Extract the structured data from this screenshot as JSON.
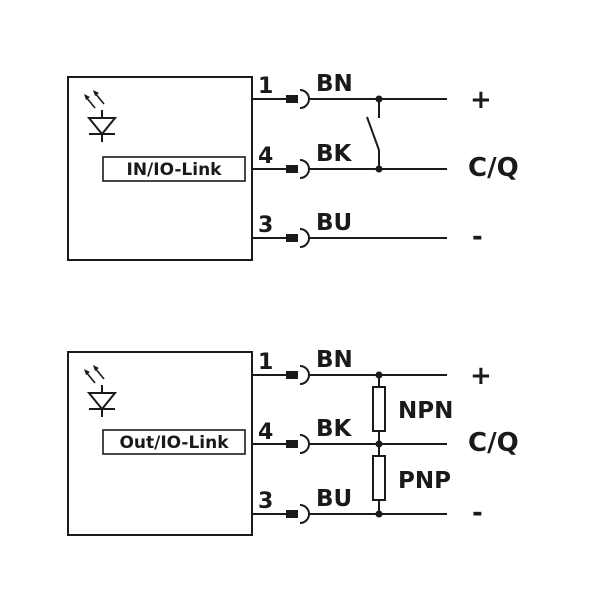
{
  "diagrams": [
    {
      "module_label": "IN/IO-Link",
      "wires": [
        {
          "pin": "1",
          "color": "BN",
          "terminal": "+"
        },
        {
          "pin": "4",
          "color": "BK",
          "terminal": "C/Q"
        },
        {
          "pin": "3",
          "color": "BU",
          "terminal": "-"
        }
      ],
      "load": "switch"
    },
    {
      "module_label": "Out/IO-Link",
      "wires": [
        {
          "pin": "1",
          "color": "BN",
          "terminal": "+"
        },
        {
          "pin": "4",
          "color": "BK",
          "terminal": "C/Q"
        },
        {
          "pin": "3",
          "color": "BU",
          "terminal": "-"
        }
      ],
      "load": "resistors",
      "resistor_labels": [
        "NPN",
        "PNP"
      ]
    }
  ]
}
